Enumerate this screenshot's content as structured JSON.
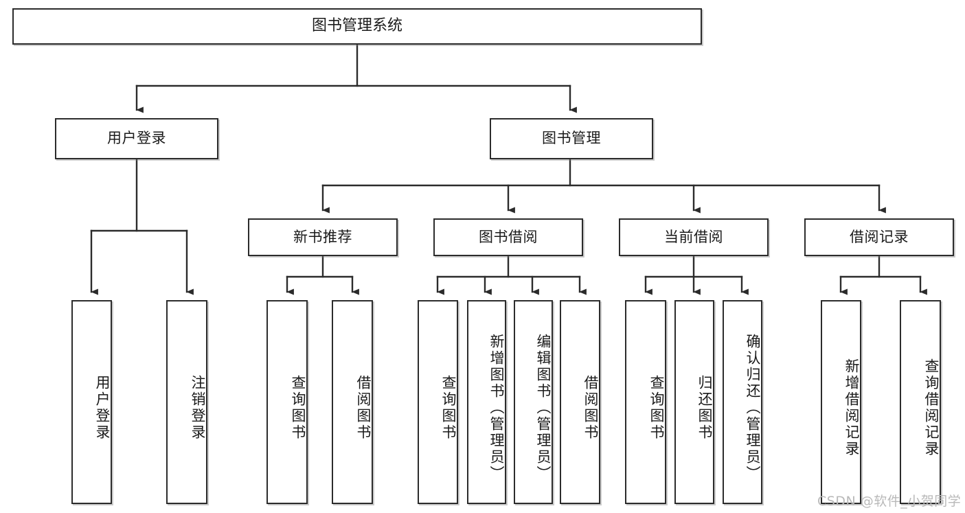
{
  "diagram": {
    "title": "图书管理系统",
    "type": "tree-hierarchy",
    "watermark": "CSDN @软件_小贺同学",
    "colors": {
      "box_border": "#2b2b2b",
      "box_fill": "#ffffff",
      "connector": "#2b2b2b",
      "text": "#1a1a1a",
      "watermark": "#b9b9b9"
    },
    "levels": [
      {
        "level": 1,
        "nodes": [
          {
            "id": "root",
            "label": "图书管理系统",
            "orientation": "horizontal"
          }
        ]
      },
      {
        "level": 2,
        "nodes": [
          {
            "id": "login",
            "label": "用户登录",
            "orientation": "horizontal",
            "parent": "root"
          },
          {
            "id": "bookmgmt",
            "label": "图书管理",
            "orientation": "horizontal",
            "parent": "root"
          }
        ]
      },
      {
        "level": 3,
        "nodes": [
          {
            "id": "newbook",
            "label": "新书推荐",
            "orientation": "horizontal",
            "parent": "bookmgmt"
          },
          {
            "id": "borrow",
            "label": "图书借阅",
            "orientation": "horizontal",
            "parent": "bookmgmt"
          },
          {
            "id": "current",
            "label": "当前借阅",
            "orientation": "horizontal",
            "parent": "bookmgmt"
          },
          {
            "id": "records",
            "label": "借阅记录",
            "orientation": "horizontal",
            "parent": "bookmgmt"
          }
        ]
      },
      {
        "level": 4,
        "nodes": [
          {
            "id": "leaf-1",
            "label": "用户登录",
            "orientation": "vertical",
            "parent": "login"
          },
          {
            "id": "leaf-2",
            "label": "注销登录",
            "orientation": "vertical",
            "parent": "login"
          },
          {
            "id": "leaf-3",
            "label": "查询图书",
            "orientation": "vertical",
            "parent": "newbook"
          },
          {
            "id": "leaf-4",
            "label": "借阅图书",
            "orientation": "vertical",
            "parent": "newbook"
          },
          {
            "id": "leaf-5",
            "label": "查询图书",
            "orientation": "vertical",
            "parent": "borrow"
          },
          {
            "id": "leaf-6",
            "label": "新增图书（管理员）",
            "orientation": "vertical",
            "parent": "borrow"
          },
          {
            "id": "leaf-7",
            "label": "编辑图书（管理员）",
            "orientation": "vertical",
            "parent": "borrow"
          },
          {
            "id": "leaf-8",
            "label": "借阅图书",
            "orientation": "vertical",
            "parent": "borrow"
          },
          {
            "id": "leaf-9",
            "label": "查询图书",
            "orientation": "vertical",
            "parent": "current"
          },
          {
            "id": "leaf-10",
            "label": "归还图书",
            "orientation": "vertical",
            "parent": "current"
          },
          {
            "id": "leaf-11",
            "label": "确认归还（管理员）",
            "orientation": "vertical",
            "parent": "current"
          },
          {
            "id": "leaf-12",
            "label": "新增借阅记录",
            "orientation": "vertical",
            "parent": "records"
          },
          {
            "id": "leaf-13",
            "label": "查询借阅记录",
            "orientation": "vertical",
            "parent": "records"
          }
        ]
      }
    ]
  }
}
